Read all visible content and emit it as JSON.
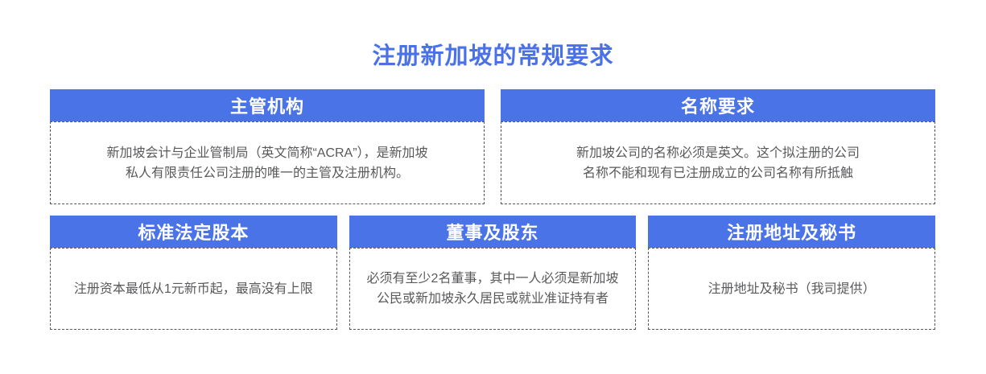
{
  "page": {
    "title": "注册新加坡的常规要求"
  },
  "colors": {
    "accent_blue": "#4A73E8",
    "title_blue": "#4A71E8",
    "header_text": "#FFFFFF",
    "body_text": "#58595B",
    "border_gray": "#58585A",
    "background": "#FFFFFF"
  },
  "cards": [
    {
      "title": "主管机构",
      "body": "新加坡会计与企业管制局（英文简称“ACRA”），是新加坡\n私人有限责任公司注册的唯一的主管及注册机构。"
    },
    {
      "title": "名称要求",
      "body": "新加坡公司的名称必须是英文。这个拟注册的公司\n名称不能和现有已注册成立的公司名称有所抵触"
    },
    {
      "title": "标准法定股本",
      "body": "注册资本最低从1元新币起，最高没有上限"
    },
    {
      "title": "董事及股东",
      "body": "必须有至少2名董事，其中一人必须是新加坡\n公民或新加坡永久居民或就业准证持有者"
    },
    {
      "title": "注册地址及秘书",
      "body": "注册地址及秘书（我司提供）"
    }
  ]
}
